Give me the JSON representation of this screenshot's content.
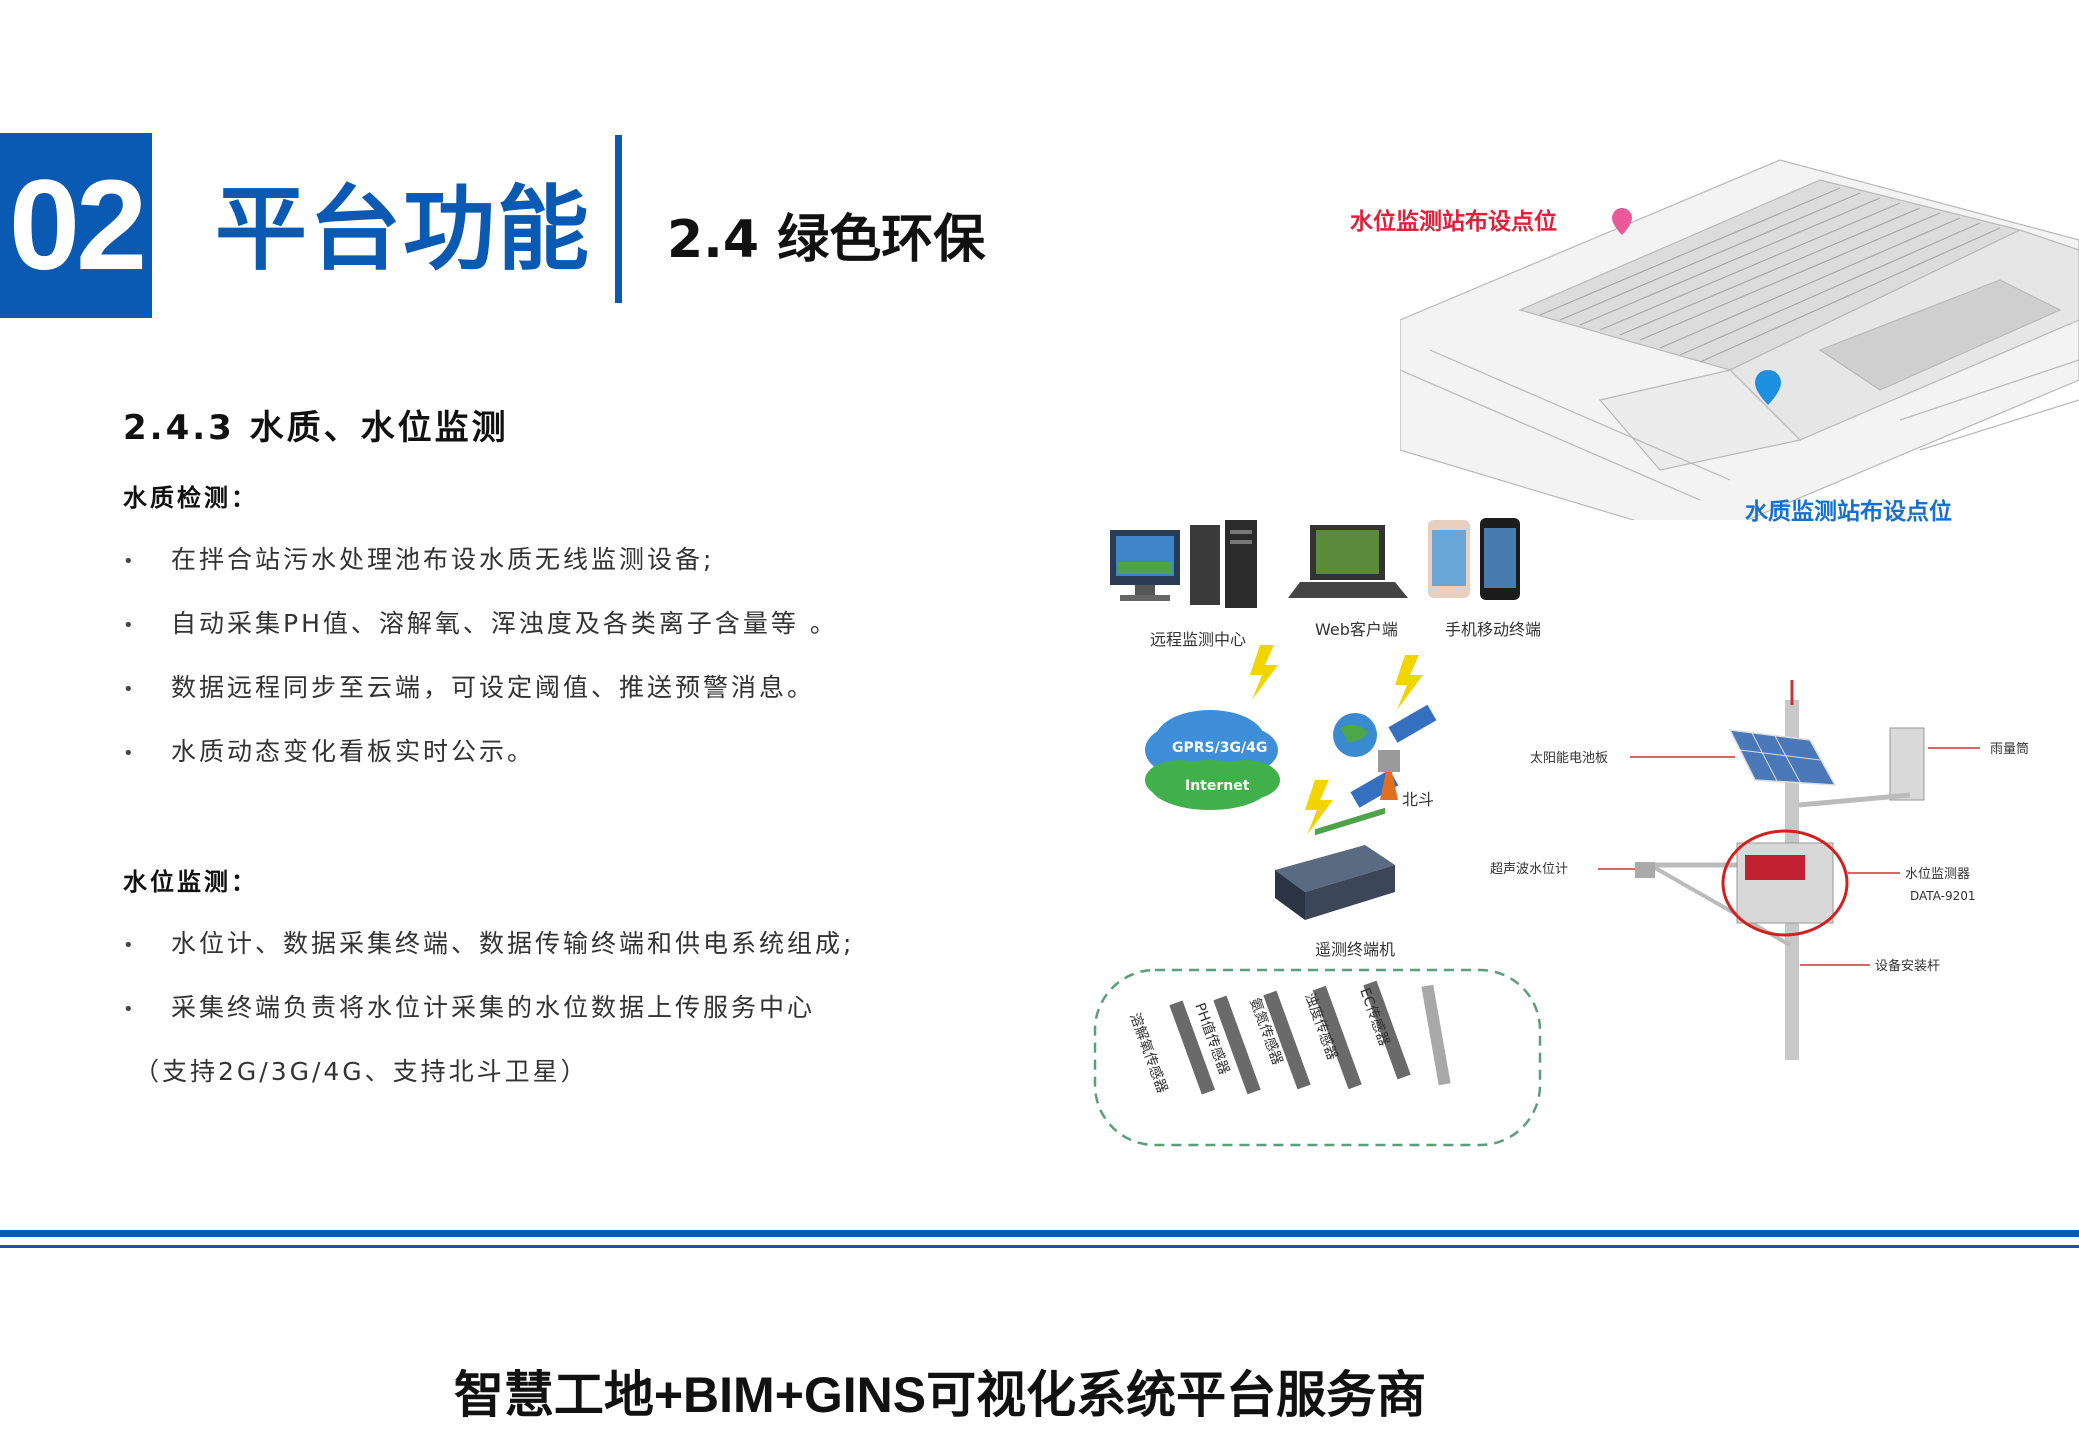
{
  "header": {
    "chapter_number": "02",
    "title": "平台功能",
    "subtitle": "2.4 绿色环保"
  },
  "section": {
    "heading": "2.4.3 水质、水位监测",
    "water_quality": {
      "label": "水质检测：",
      "items": [
        "在拌合站污水处理池布设水质无线监测设备;",
        "自动采集PH值、溶解氧、浑浊度及各类离子含量等 。",
        "数据远程同步至云端，可设定阈值、推送预警消息。",
        "水质动态变化看板实时公示。"
      ]
    },
    "water_level": {
      "label": "水位监测：",
      "items": [
        "水位计、数据采集终端、数据传输终端和供电系统组成;",
        "采集终端负责将水位计采集的水位数据上传服务中心"
      ],
      "note": "（支持2G/3G/4G、支持北斗卫星）"
    }
  },
  "map": {
    "level_station_label": "水位监测站布设点位",
    "quality_station_label": "水质监测站布设点位",
    "colors": {
      "level_pin": "#e85a9a",
      "quality_pin": "#1e90e0"
    }
  },
  "diagram": {
    "remote_center": "远程监测中心",
    "web_client": "Web客户端",
    "mobile_client": "手机移动终端",
    "network": "GPRS/3G/4G",
    "internet": "Internet",
    "beidou": "北斗",
    "telemetry": "遥测终端机",
    "sensors": [
      "溶解氧传感器",
      "PH值传感器",
      "氨氮传感器",
      "浊度传感器",
      "EC传感器"
    ]
  },
  "station": {
    "solar_panel": "太阳能电池板",
    "rain_gauge": "雨量筒",
    "ultrasonic": "超声波水位计",
    "level_monitor": "水位监测器",
    "model": "DATA-9201",
    "pole": "设备安装杆"
  },
  "footer": {
    "slogan": "智慧工地+BIM+GINS可视化系统平台服务商"
  },
  "colors": {
    "brand_blue": "#0a59b3",
    "highlight_red": "#e0203a"
  }
}
